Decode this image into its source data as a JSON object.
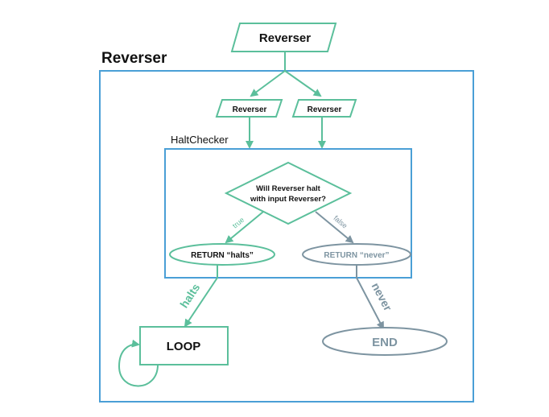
{
  "colors": {
    "green": "#5bbf9b",
    "grey": "#7d94a1",
    "blue": "#4a9fd6",
    "text": "#111111"
  },
  "input_label": "Reverser",
  "outer_box": {
    "title": "Reverser",
    "copy_left": "Reverser",
    "copy_right": "Reverser",
    "halt_checker": {
      "title": "HaltChecker",
      "decision_line1": "Will Reverser halt",
      "decision_line2": "with input Reverser?",
      "true_label": "true",
      "false_label": "false",
      "return_halts": "RETURN “halts”",
      "return_never": "RETURN “never”"
    },
    "halts_label": "halts",
    "never_label": "never",
    "loop_label": "LOOP",
    "end_label": "END"
  }
}
